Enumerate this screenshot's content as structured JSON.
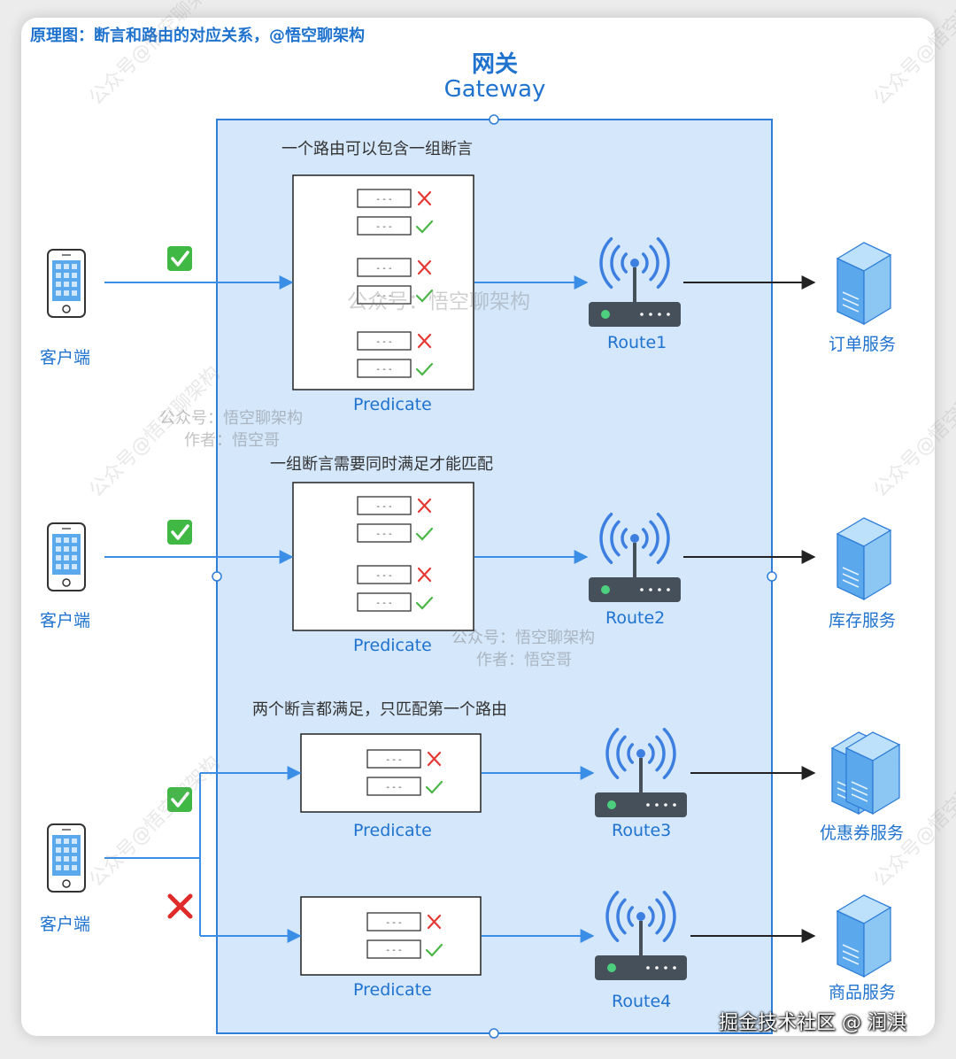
{
  "header": {
    "caption": "原理图：断言和路由的对应关系，@悟空聊架构",
    "title_cn": "网关",
    "title_en": "Gateway"
  },
  "notes": {
    "section1": "一个路由可以包含一组断言",
    "section2": "一组断言需要同时满足才能匹配",
    "section3": "两个断言都满足，只匹配第一个路由"
  },
  "client_label": "客户端",
  "predicate_label": "Predicate",
  "routes": [
    "Route1",
    "Route2",
    "Route3",
    "Route4"
  ],
  "services": [
    "订单服务",
    "库存服务",
    "优惠券服务",
    "商品服务"
  ],
  "watermarks": {
    "center": "公众号：悟空聊架构",
    "block1_line1": "公众号：悟空聊架构",
    "block1_line2": "作者：悟空哥",
    "block2_line1": "公众号：悟空聊架构",
    "block2_line2": "作者：悟空哥",
    "rotated": "公众号@悟空聊架构",
    "footer": "掘金技术社区 @ 润淇"
  },
  "predicate_row_placeholder": "- - -",
  "colors": {
    "accent": "#1f73cf",
    "gateway_fill": "#d4e7fb",
    "gateway_border": "#2f7ed8",
    "check_green": "#4cb748",
    "cross_red": "#e53935",
    "router_body": "#46505a",
    "router_signal": "#3d7fe0",
    "server_blue": "#5ba8ec"
  },
  "icons": [
    "smartphone-icon",
    "green-check-badge-icon",
    "red-cross-icon",
    "router-icon",
    "server-icon",
    "check-icon",
    "cross-icon"
  ]
}
